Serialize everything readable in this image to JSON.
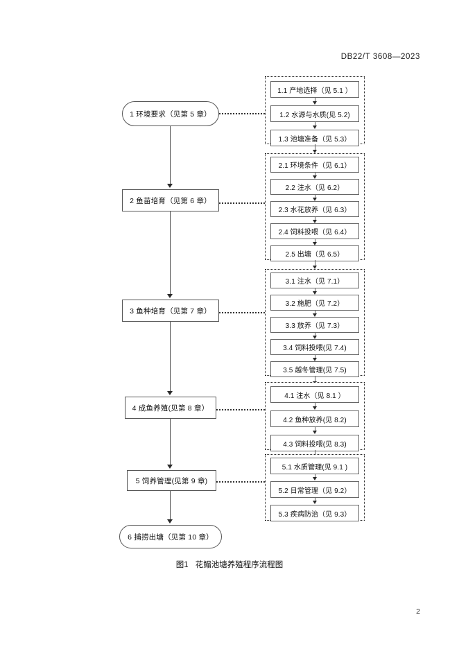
{
  "header": {
    "standard_code": "DB22/T 3608—2023"
  },
  "footer": {
    "page_number": "2"
  },
  "figure": {
    "caption_number": "图1",
    "caption_title": "花鳎池塘养殖程序流程图"
  },
  "flow": {
    "stages": [
      {
        "id": "stage-1",
        "label": "1 环境要求（见第 5 章）",
        "shape": "terminal"
      },
      {
        "id": "stage-2",
        "label": "2 鱼苗培育（见第 6 章）",
        "shape": "rect"
      },
      {
        "id": "stage-3",
        "label": "3 鱼种培育（见第 7 章）",
        "shape": "rect"
      },
      {
        "id": "stage-4",
        "label": "4 成鱼养殖(见第 8 章）",
        "shape": "rect"
      },
      {
        "id": "stage-5",
        "label": "5 饲养管理(见第 9 章)",
        "shape": "rect"
      },
      {
        "id": "stage-6",
        "label": "6 捕捞出塘（见第 10 章）",
        "shape": "terminal"
      }
    ],
    "groups": [
      {
        "id": "group-1",
        "steps": [
          "1.1 产地选择（见 5.1 ）",
          "1.2 水源与水质(见 5.2)",
          "1.3 池塘准备（见 5.3）"
        ]
      },
      {
        "id": "group-2",
        "steps": [
          "2.1 环境条件（见 6.1）",
          "2.2 注水（见 6.2）",
          "2.3 水花放养（见 6.3）",
          "2.4 饲料投喂（见 6.4）",
          "2.5 出塘（见 6.5）"
        ]
      },
      {
        "id": "group-3",
        "steps": [
          "3.1 注水（见 7.1）",
          "3.2 施肥（见 7.2）",
          "3.3 放养（见 7.3）",
          "3.4 饲料投喂(见 7.4)",
          "3.5 越冬管理(见 7.5)"
        ]
      },
      {
        "id": "group-4",
        "steps": [
          "4.1 注水（见 8.1 ）",
          "4.2 鱼种放养(见 8.2)",
          "4.3 饲料投喂(见 8.3)"
        ]
      },
      {
        "id": "group-5",
        "steps": [
          "5.1 水质管理(见 9.1 )",
          "5.2 日常管理（见 9.2）",
          "5.3 疾病防治（见 9.3）"
        ]
      }
    ]
  }
}
